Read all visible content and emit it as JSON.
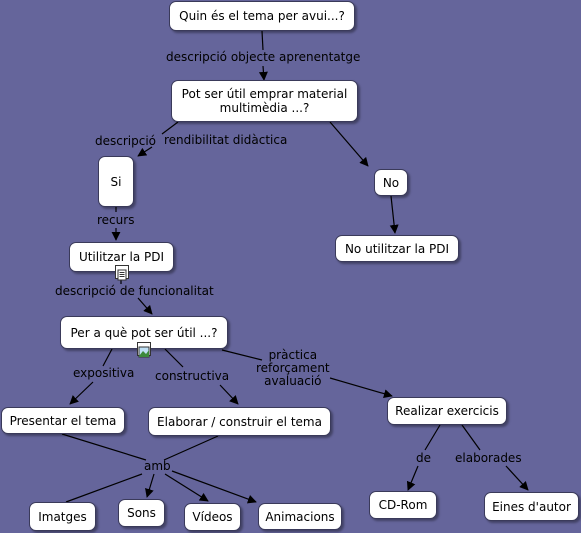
{
  "nodes": {
    "tema": "Quin és el tema per avui...?",
    "multimedia_l1": "Pot ser útil emprar material",
    "multimedia_l2": "multimèdia ...?",
    "si": "Si",
    "no": "No",
    "no_pdi": "No utilitzar la PDI",
    "pdi": "Utilitzar la PDI",
    "per_a_que": "Per a què pot ser útil ...?",
    "presentar": "Presentar el tema",
    "elaborar": "Elaborar / construir el tema",
    "exercicis": "Realizar exercicis",
    "imatges": "Imatges",
    "sons": "Sons",
    "videos": "Vídeos",
    "animacions": "Animacions",
    "cdrom": "CD-Rom",
    "eines": "Eines d'autor"
  },
  "links": {
    "descripcio_objecte": "descripció objecte aprenentatge",
    "descripcio": "descripció",
    "rendibilitat": "rendibilitat didàctica",
    "recurs": "recurs",
    "descripcio_func": "descripció de funcionalitat",
    "expositiva": "expositiva",
    "constructiva": "constructiva",
    "practica_l1": "pràctica",
    "practica_l2": "reforçament",
    "practica_l3": "avaluació",
    "amb": "amb",
    "de": "de",
    "elaborades": "elaborades"
  },
  "icons": {
    "pdi_attachment": "document-icon",
    "per_a_que_attachment": "image-icon"
  },
  "colors": {
    "background": "#65659b",
    "node_fill": "#ffffff",
    "link": "#000000"
  }
}
